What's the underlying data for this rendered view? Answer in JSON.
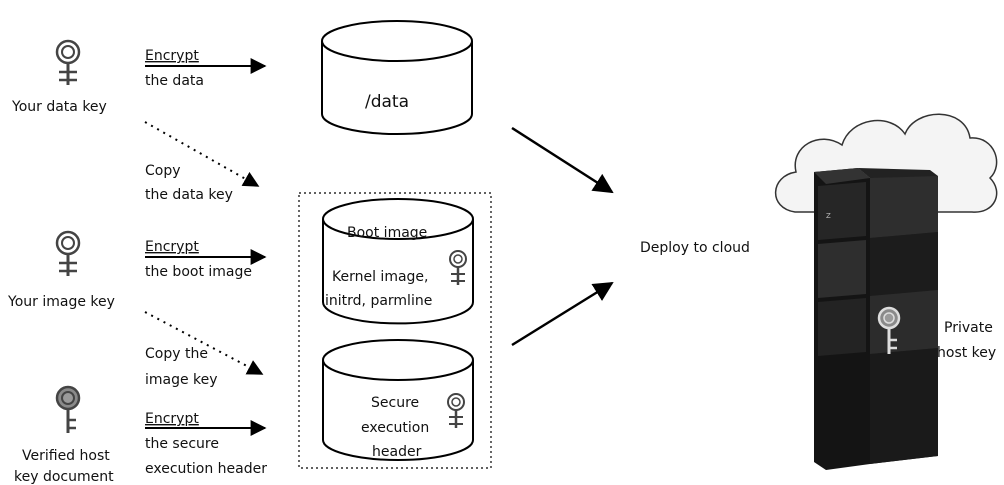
{
  "keys": {
    "data_key": "Your data key",
    "image_key": "Your image key",
    "host_key_doc_line1": "Verified host",
    "host_key_doc_line2": "key document",
    "private_host_key_line1": "Private",
    "private_host_key_line2": "host key"
  },
  "steps": {
    "encrypt_data_1": "Encrypt",
    "encrypt_data_2": "the data",
    "copy_data_key_1": "Copy",
    "copy_data_key_2": "the data key",
    "encrypt_boot_1": "Encrypt",
    "encrypt_boot_2": "the boot image",
    "copy_image_key_1": "Copy the",
    "copy_image_key_2": "image key",
    "encrypt_header_1": "Encrypt",
    "encrypt_header_2": "the secure",
    "encrypt_header_3": "execution header"
  },
  "storage": {
    "data_volume": "/data",
    "boot_title": "Boot image",
    "boot_line1": "Kernel image,",
    "boot_line2": "initrd, parmline",
    "header_line1": "Secure",
    "header_line2": "execution",
    "header_line3": "header"
  },
  "deploy": {
    "label": "Deploy to cloud"
  },
  "colors": {
    "key_outline": "#444444",
    "key_dark_fill": "#8a8a8a",
    "server_body": "#1b1b1b",
    "cloud_fill": "#f4f4f4"
  }
}
